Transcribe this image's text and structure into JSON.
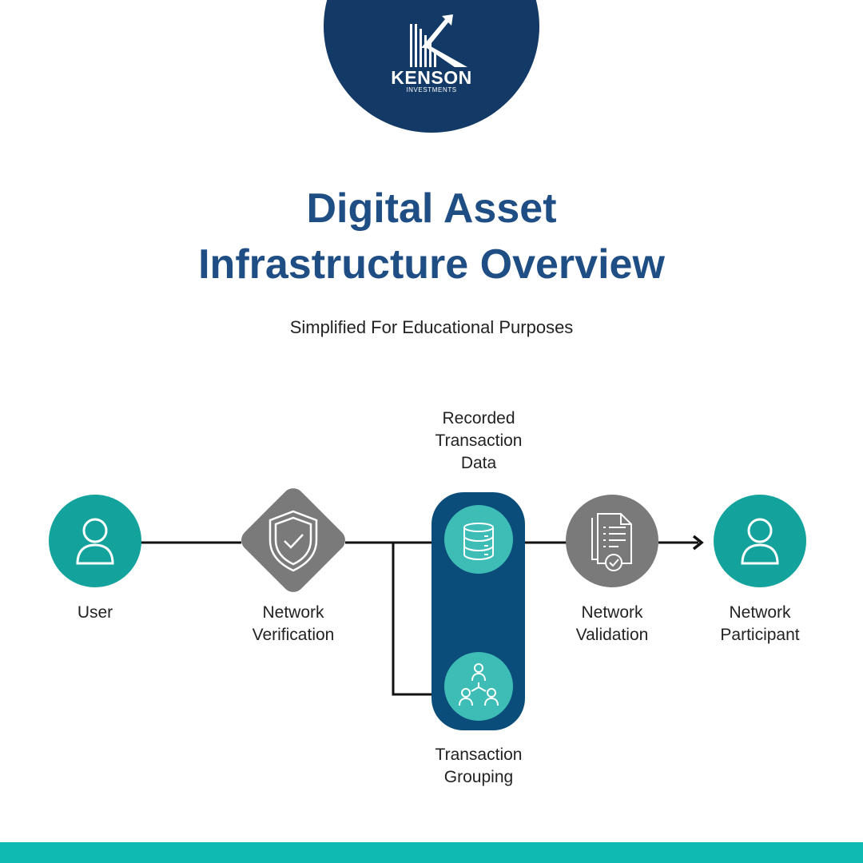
{
  "brand": {
    "name": "KENSON",
    "tagline": "INVESTMENTS",
    "badge_color": "#133a66"
  },
  "header": {
    "title_lines": [
      "Digital Asset",
      "Infrastructure Overview"
    ],
    "subtitle": "Simplified For Educational Purposes"
  },
  "diagram": {
    "nodes": [
      {
        "id": "user",
        "label_lines": [
          "User"
        ],
        "icon": "user-icon",
        "shape": "circle",
        "color": "#14a39c"
      },
      {
        "id": "network-verification",
        "label_lines": [
          "Network",
          "Verification"
        ],
        "icon": "shield-check-icon",
        "shape": "diamond",
        "color": "#7a7a7a"
      },
      {
        "id": "recorded-transaction-data",
        "label_lines": [
          "Recorded",
          "Transaction",
          "Data"
        ],
        "icon": "database-icon",
        "shape": "circle",
        "color": "#3dbdb6"
      },
      {
        "id": "transaction-grouping",
        "label_lines": [
          "Transaction",
          "Grouping"
        ],
        "icon": "people-network-icon",
        "shape": "circle",
        "color": "#3dbdb6"
      },
      {
        "id": "network-validation",
        "label_lines": [
          "Network",
          "Validation"
        ],
        "icon": "document-check-icon",
        "shape": "circle",
        "color": "#7a7a7a"
      },
      {
        "id": "network-participant",
        "label_lines": [
          "Network",
          "Participant"
        ],
        "icon": "user-icon",
        "shape": "circle",
        "color": "#14a39c"
      }
    ],
    "container_color": "#0b4d7a",
    "connector_color": "#111111"
  },
  "footer": {
    "bar_color": "#0fbab2"
  }
}
